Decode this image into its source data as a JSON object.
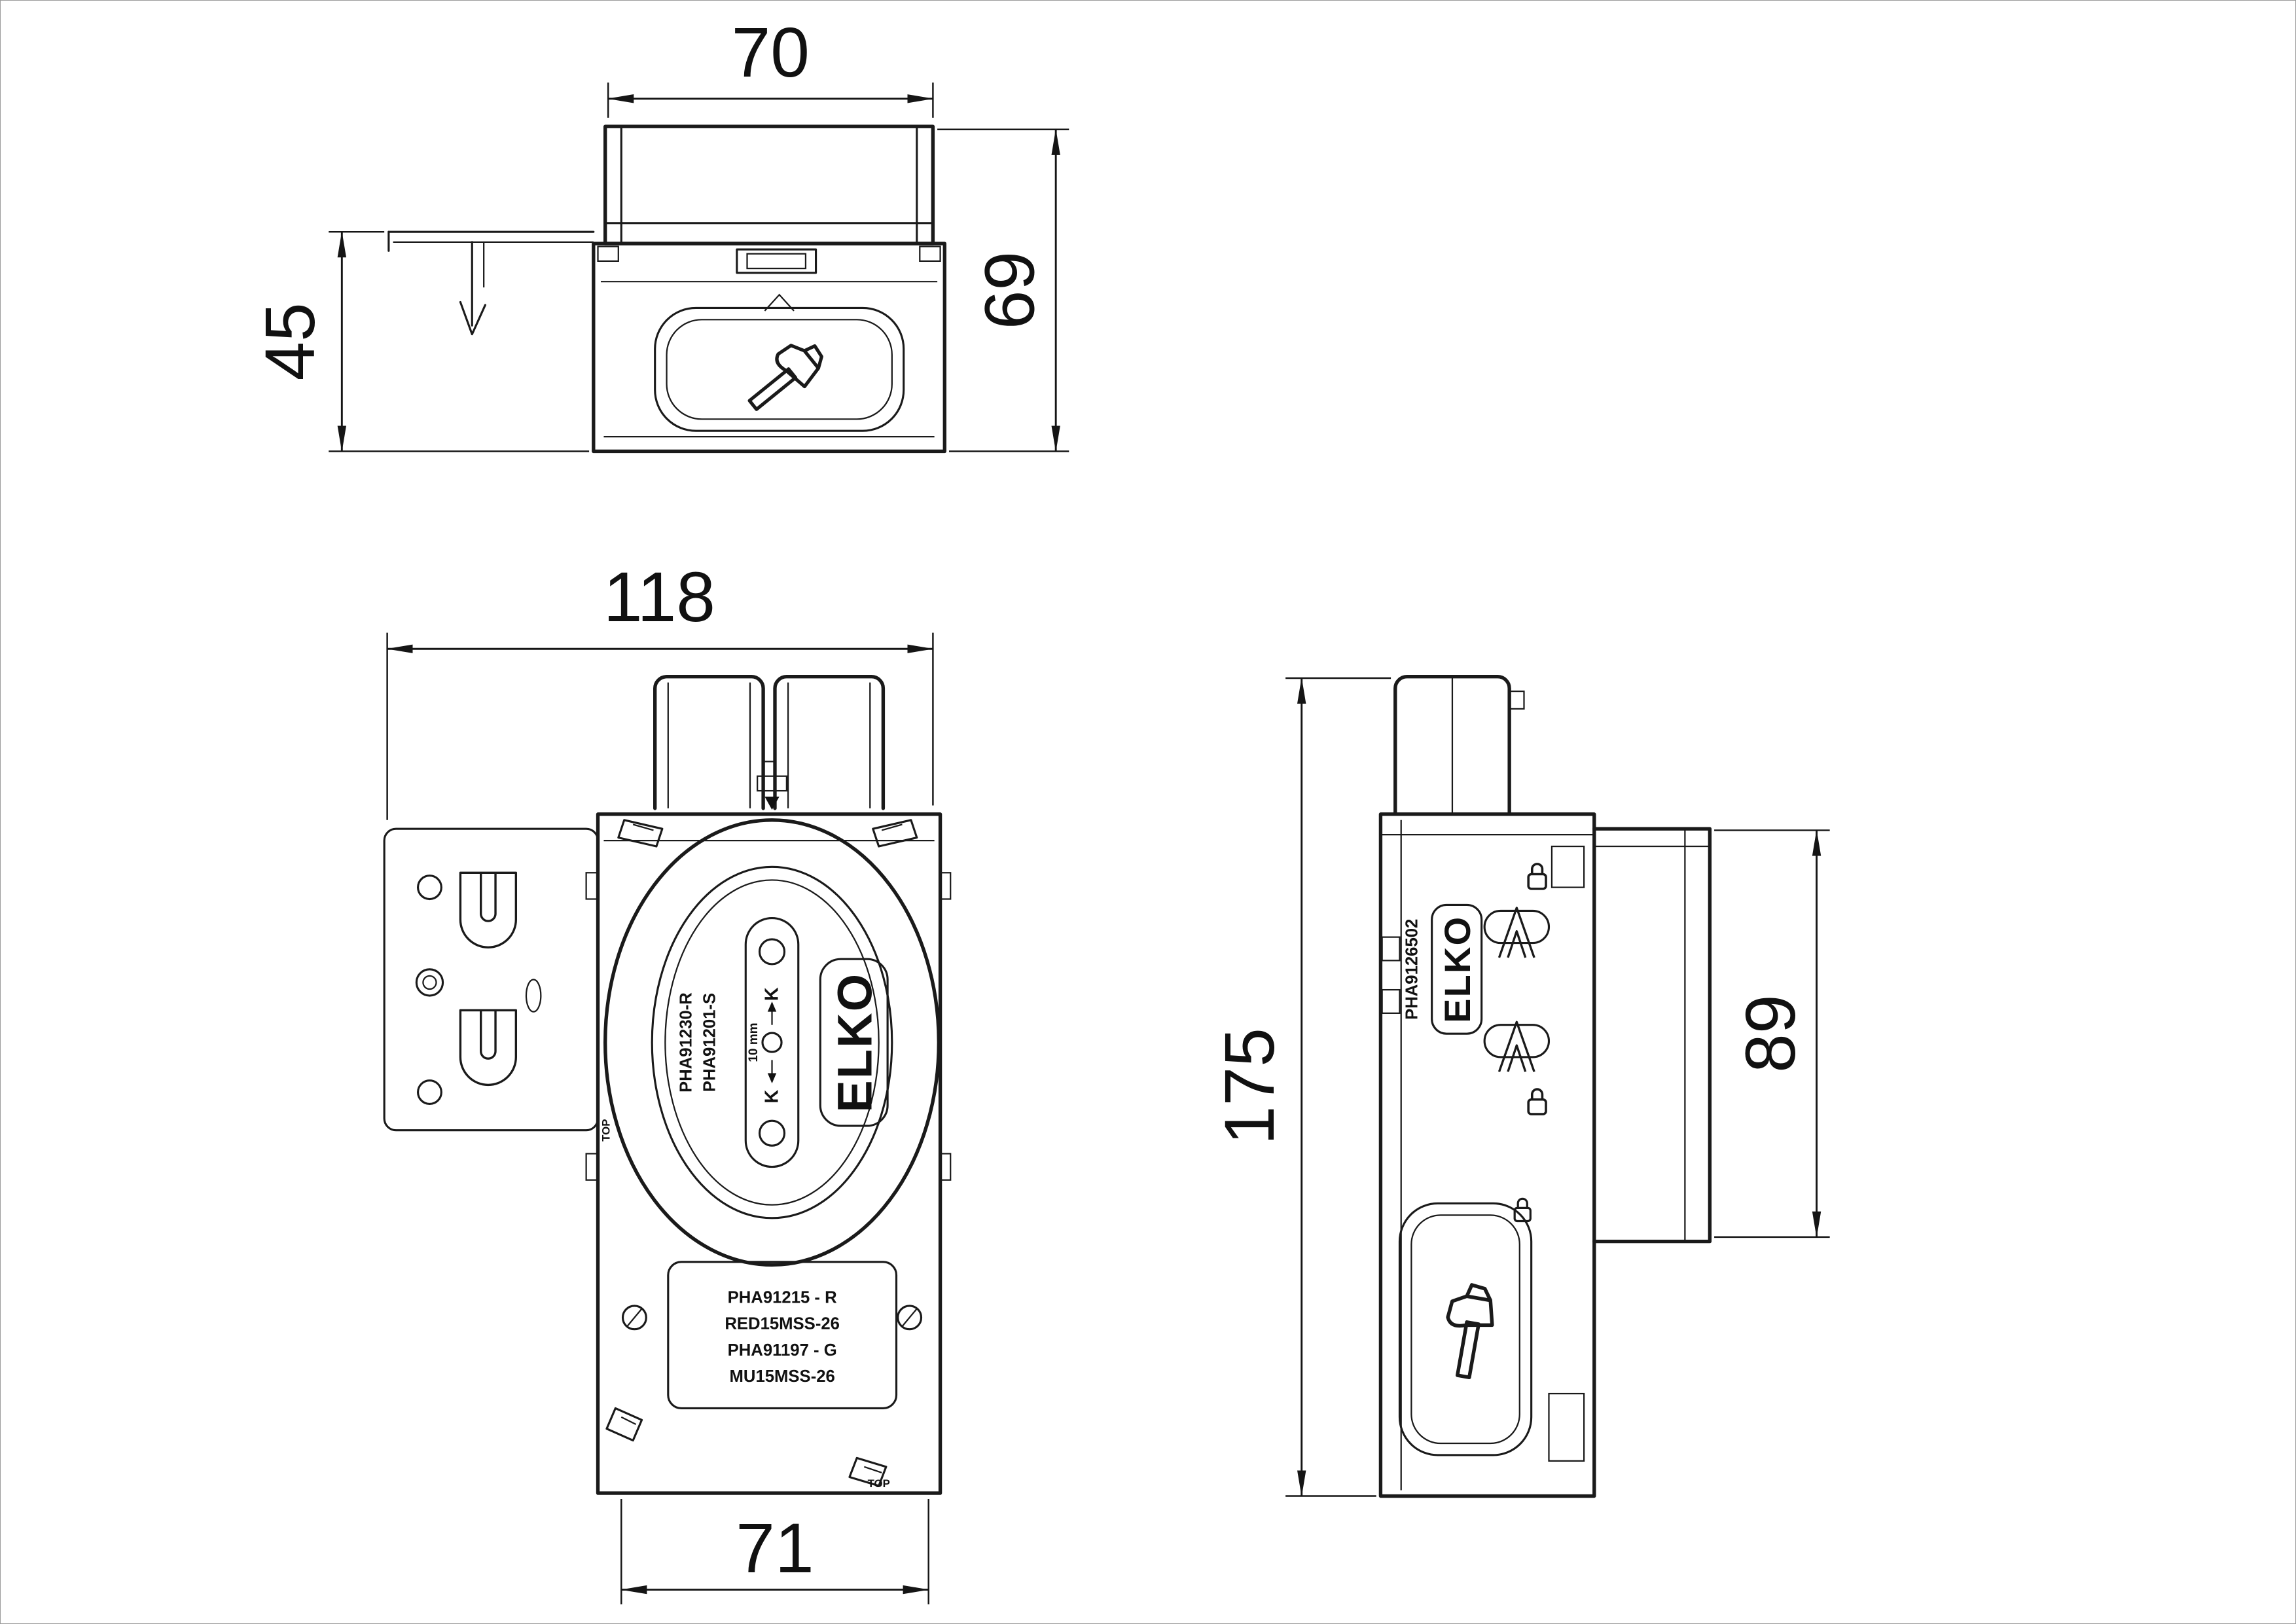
{
  "top_view": {
    "width_dim": "70",
    "height_dim": "69",
    "flange_dim": "45"
  },
  "front_view": {
    "width_dim": "118",
    "bottom_width_dim": "71",
    "rotor_code_1": "PHA91230-R",
    "rotor_code_2": "PHA91201-S",
    "gauge_top_letter": "K",
    "gauge_bottom_letter": "K",
    "gauge_size": "10 mm",
    "logo": "ELKO",
    "label_line_1": "PHA91215 - R",
    "label_line_2": "RED15MSS-26",
    "label_line_3": "PHA91197 - G",
    "label_line_4": "MU15MSS-26",
    "orientation_marker": "TOP"
  },
  "side_view": {
    "height_dim": "175",
    "depth_dim": "89",
    "logo": "ELKO",
    "product_code": "PHA9126502"
  }
}
